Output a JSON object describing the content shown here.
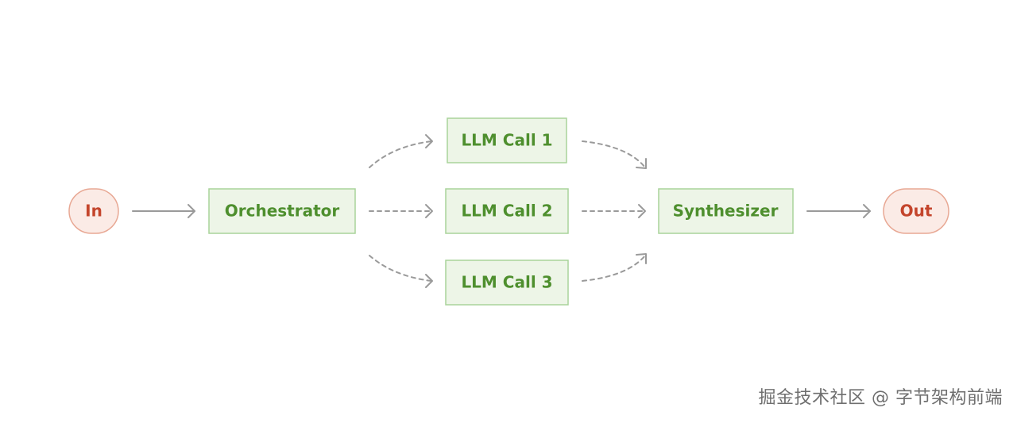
{
  "diagram": {
    "nodes": {
      "in": "In",
      "orchestrator": "Orchestrator",
      "llm_call_1": "LLM Call 1",
      "llm_call_2": "LLM Call 2",
      "llm_call_3": "LLM Call 3",
      "synthesizer": "Synthesizer",
      "out": "Out"
    },
    "colors": {
      "terminal_fill": "#FBEBE6",
      "terminal_stroke": "#E8A894",
      "terminal_text": "#C4452C",
      "box_fill": "#EDF5E7",
      "box_stroke": "#A9D39A",
      "box_text": "#4E8F2E",
      "arrow": "#9A9A9A"
    }
  },
  "watermark": "掘金技术社区 @ 字节架构前端"
}
